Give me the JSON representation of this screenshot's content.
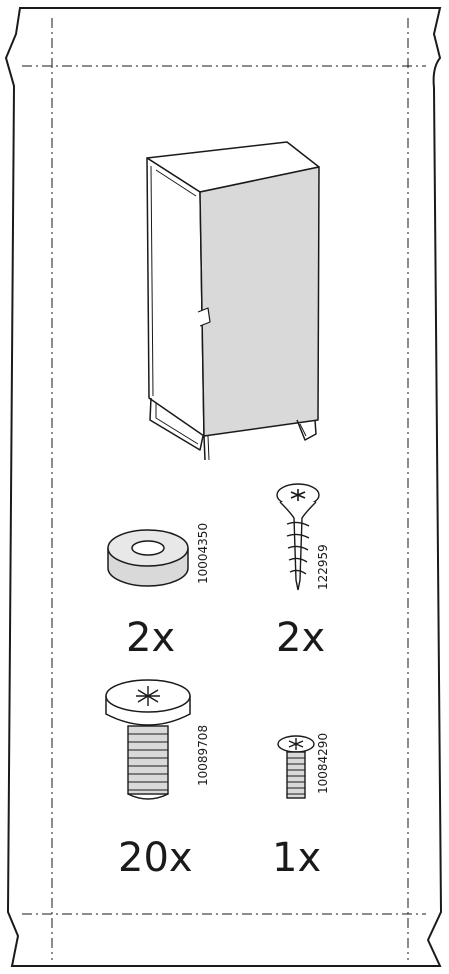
{
  "parts": [
    {
      "id": "washer",
      "icon": "washer-icon",
      "article_number": "10004350",
      "quantity": "2x"
    },
    {
      "id": "wood-screw",
      "icon": "wood-screw-icon",
      "article_number": "122959",
      "quantity": "2x"
    },
    {
      "id": "bolt",
      "icon": "bolt-icon",
      "article_number": "10089708",
      "quantity": "20x"
    },
    {
      "id": "machine-screw",
      "icon": "machine-screw-icon",
      "article_number": "10084290",
      "quantity": "1x"
    }
  ],
  "colors": {
    "line": "#1a1a1a",
    "panel_fill": "#d9d9d9",
    "background": "#ffffff"
  }
}
